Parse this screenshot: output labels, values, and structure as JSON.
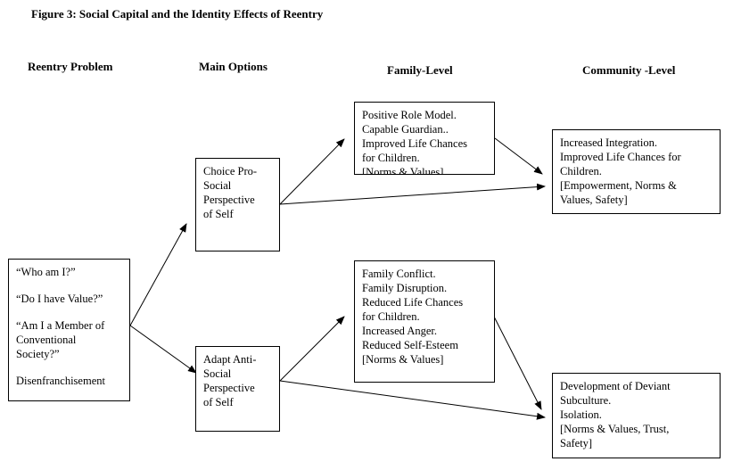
{
  "title": "Figure 3: Social Capital and the Identity Effects of Reentry",
  "columns": {
    "reentry_problem": "Reentry Problem",
    "main_options": "Main Options",
    "family_level": "Family-Level",
    "community_level": "Community -Level"
  },
  "boxes": {
    "reentry": {
      "lines": [
        "“Who am I?”",
        "“Do I have Value?”",
        "“Am I a Member of",
        "Conventional",
        "Society?”",
        "Disenfranchisement"
      ]
    },
    "pro_social": {
      "lines": [
        "Choice Pro-",
        "Social",
        "Perspective",
        "of Self"
      ]
    },
    "anti_social": {
      "lines": [
        "Adapt Anti-",
        "Social",
        "Perspective",
        "of Self"
      ]
    },
    "family_positive": {
      "lines": [
        "Positive Role Model.",
        "Capable Guardian..",
        "Improved Life Chances",
        "for Children.",
        "[Norms & Values]"
      ]
    },
    "family_negative": {
      "lines": [
        "Family Conflict.",
        "Family Disruption.",
        "Reduced Life Chances",
        "for Children.",
        "Increased Anger.",
        "Reduced Self-Esteem",
        "[Norms & Values]"
      ]
    },
    "community_positive": {
      "lines": [
        "Increased Integration.",
        "Improved Life Chances for",
        "Children.",
        "[Empowerment, Norms &",
        "Values, Safety]"
      ]
    },
    "community_negative": {
      "lines": [
        "Development of Deviant",
        "Subculture.",
        "Isolation.",
        "[Norms & Values, Trust,",
        "Safety]"
      ]
    }
  }
}
